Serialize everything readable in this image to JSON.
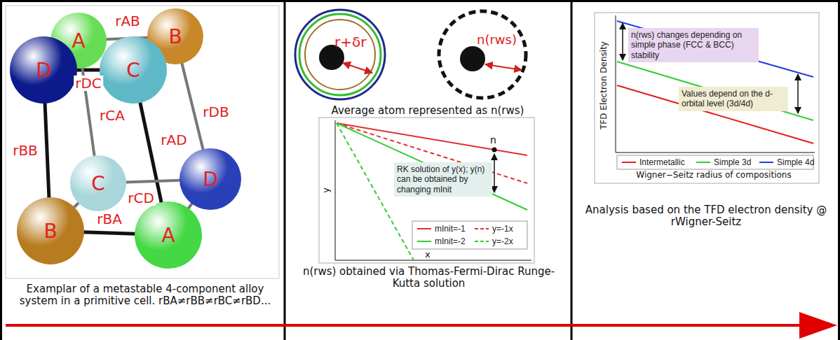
{
  "diagram": {
    "nodes": [
      {
        "text": [
          "D"
        ]
      },
      {
        "text": [
          "A"
        ]
      },
      {
        "text": [
          "C"
        ]
      },
      {
        "text": [
          "B"
        ]
      },
      {
        "text": [
          "C"
        ]
      },
      {
        "text": [
          "D"
        ]
      },
      {
        "text": [
          "B"
        ]
      },
      {
        "text": [
          "A"
        ]
      },
      {
        "text": [
          "r+δr"
        ]
      },
      {
        "text": [
          "n(rws)"
        ]
      },
      {
        "text": [
          "RK solution of y(x); y(n) can be obtained by changing mInit"
        ]
      },
      {
        "text": [
          "n(rws) changes depending on simple phase (FCC & BCC) stability"
        ]
      },
      {
        "text": [
          "Values depend on the d-orbital level (3d/4d)"
        ]
      }
    ],
    "edges": [
      {
        "from": 0,
        "to": 1,
        "arrow": "none"
      },
      {
        "from": 1,
        "to": 3,
        "label": "rAB",
        "arrow": "none"
      },
      {
        "from": 0,
        "to": 2,
        "label": "rDC",
        "arrow": "none"
      },
      {
        "from": 2,
        "to": 3,
        "arrow": "none"
      },
      {
        "from": 0,
        "to": 6,
        "label": "rBB",
        "arrow": "none"
      },
      {
        "from": 1,
        "to": 4,
        "label": "rCA",
        "arrow": "none"
      },
      {
        "from": 2,
        "to": 7,
        "label": "rAD",
        "arrow": "none"
      },
      {
        "from": 3,
        "to": 5,
        "label": "rDB",
        "arrow": "none"
      },
      {
        "from": 6,
        "to": 4,
        "arrow": "none"
      },
      {
        "from": 4,
        "to": 5,
        "label": "rCD",
        "arrow": "none"
      },
      {
        "from": 6,
        "to": 7,
        "label": "rBA",
        "arrow": "none"
      },
      {
        "from": 7,
        "to": 5,
        "arrow": "none"
      }
    ],
    "labels": [
      "Examplar of a metastable 4-component alloy system in a primitive cell. rBA≠rBB≠rBC≠rBD...",
      "Average atom represented as n(rws)",
      "y",
      "x",
      "n",
      "n(rws) obtained via Thomas-Fermi-Dirac Runge-Kutta solution",
      "TFD Electron Density",
      "Wigner−Seitz radius of compositions",
      "Analysis based on the TFD electron density @ rWigner-Seitz"
    ],
    "legend": [
      {
        "text": "mInit=-1"
      },
      {
        "text": "y=-1x"
      },
      {
        "text": "mInit=-2"
      },
      {
        "text": "y=-2x"
      },
      {
        "text": "Intermetallic"
      },
      {
        "text": "Simple 3d"
      },
      {
        "text": "Simple 4d"
      }
    ]
  }
}
